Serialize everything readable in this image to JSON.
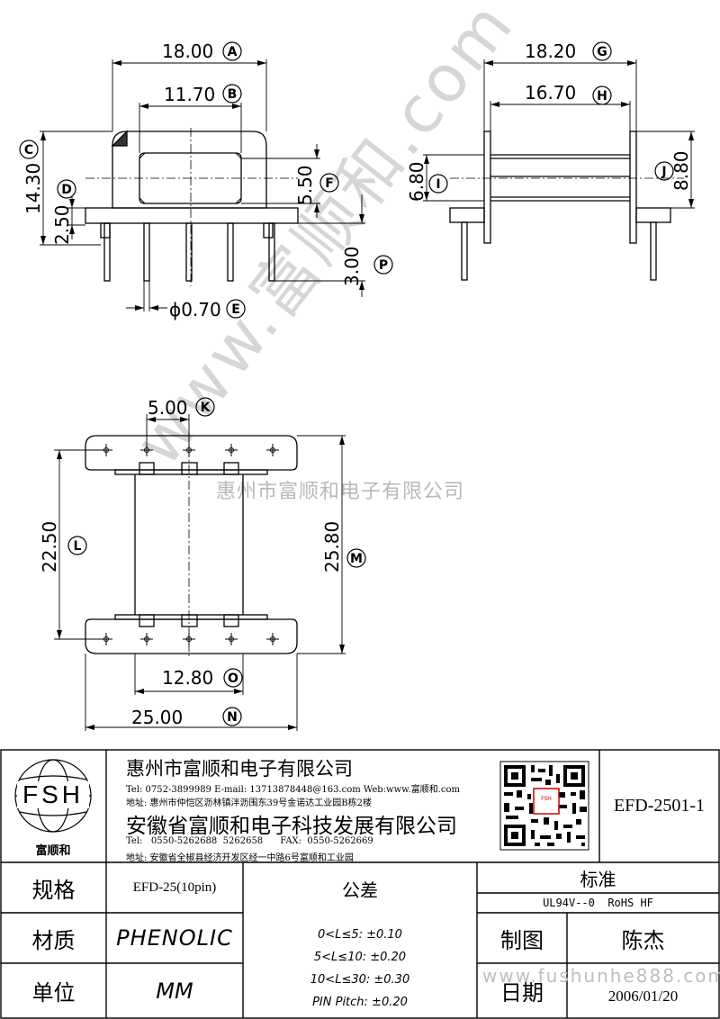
{
  "watermark": {
    "company_cn": "惠州市富顺和电子有限公司",
    "site_diag": "www.富顺和.com",
    "site_bottom": "www.fushunhe888.com"
  },
  "dims": {
    "A": {
      "value": "18.00",
      "letter": "A"
    },
    "B": {
      "value": "11.70",
      "letter": "B"
    },
    "C": {
      "value": "14.30",
      "letter": "C"
    },
    "D": {
      "value": "2.50",
      "letter": "D"
    },
    "E": {
      "value": "ϕ0.70",
      "letter": "E"
    },
    "F": {
      "value": "5.50",
      "letter": "F"
    },
    "G": {
      "value": "18.20",
      "letter": "G"
    },
    "H": {
      "value": "16.70",
      "letter": "H"
    },
    "I": {
      "value": "6.80",
      "letter": "I"
    },
    "J": {
      "value": "8.80",
      "letter": "J"
    },
    "K": {
      "value": "5.00",
      "letter": "K"
    },
    "L": {
      "value": "22.50",
      "letter": "L"
    },
    "M": {
      "value": "25.80",
      "letter": "M"
    },
    "N": {
      "value": "25.00",
      "letter": "N"
    },
    "O": {
      "value": "12.80",
      "letter": "O"
    },
    "P": {
      "value": "3.00",
      "letter": "P"
    }
  },
  "title_block": {
    "logo_text": "FSH",
    "logo_caption": "富顺和",
    "company1": "惠州市富顺和电子有限公司",
    "company1_contact": "Tel:  0752-3899989  E-mail: 13713878448@163.com  Web:www.富顺和.com",
    "company1_address": "地址: 惠州市仲恺区沥林镇泮沥围东39号金诺达工业园B栋2楼",
    "company2": "安徽省富顺和电子科技发展有限公司",
    "company2_contact": "Tel:   0550-5262688  5262658      FAX:  0550-5262669",
    "company2_address": "地址: 安徽省全椒县经济开发区经一中路6号富顺和工业园",
    "part_number": "EFD-2501-1",
    "spec_label": "规格",
    "spec_value": "EFD-25(10pin)",
    "material_label": "材质",
    "material_value": "PHENOLIC",
    "unit_label": "单位",
    "unit_value": "MM",
    "tolerance_label": "公差",
    "tolerances": [
      "0<L≤5: ±0.10",
      "5<L≤10: ±0.20",
      "10<L≤30: ±0.30",
      "PIN Pitch: ±0.20"
    ],
    "standard_label": "标准",
    "standard_value": "UL94V--0  RoHS HF",
    "drawn_label": "制图",
    "drawn_value": "陈杰",
    "date_label": "日期",
    "date_value": "2006/01/20"
  }
}
